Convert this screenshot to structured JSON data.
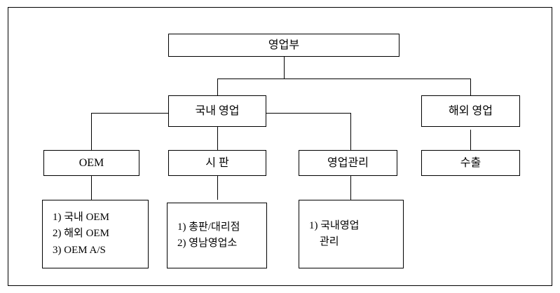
{
  "diagram": {
    "title_text": "영업부",
    "nodes": {
      "root": {
        "label": "영업부"
      },
      "domestic_sales": {
        "label": "국내 영업"
      },
      "overseas_sales": {
        "label": "해외 영업"
      },
      "oem": {
        "label": "OEM"
      },
      "retail": {
        "label": "시 판"
      },
      "sales_admin": {
        "label": "영업관리"
      },
      "export": {
        "label": "수출"
      }
    },
    "detail_lists": {
      "oem_details": {
        "items": [
          "1) 국내 OEM",
          "2) 해외 OEM",
          "3) OEM A/S"
        ]
      },
      "retail_details": {
        "items": [
          "1) 총판/대리점",
          "2) 영남영업소"
        ]
      },
      "sales_admin_details": {
        "items": [
          "1) 국내영업",
          "    관리"
        ]
      }
    },
    "colors": {
      "line": "#000000",
      "text": "#000000",
      "background": "#ffffff"
    }
  }
}
